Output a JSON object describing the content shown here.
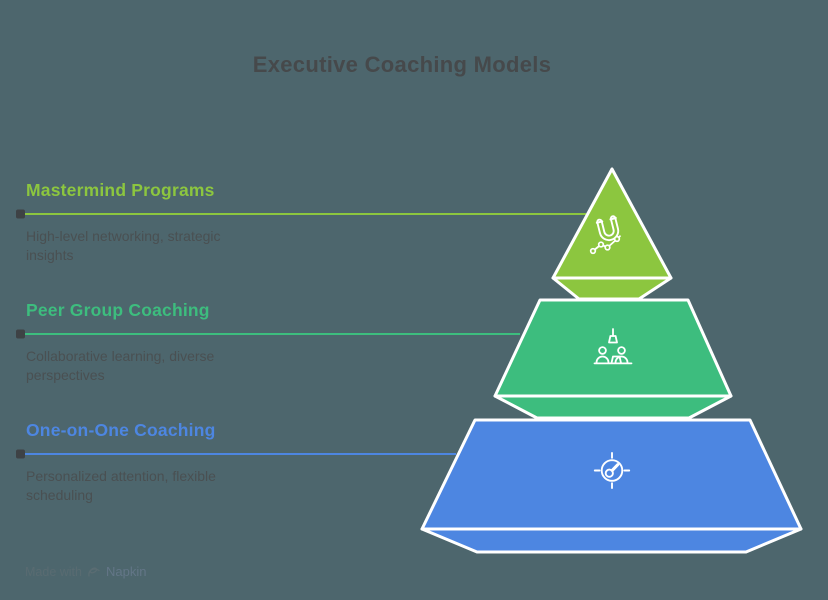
{
  "title": "Executive Coaching Models",
  "colors": {
    "background": "#4D666D",
    "title_text": "#46494B",
    "description_text": "#4A5052",
    "connector_dot": "#3E4245",
    "segment_border": "#FFFFFF",
    "watermark_text": "#5A6C72",
    "watermark_brand": "#637687"
  },
  "tiers": [
    {
      "label": "Mastermind Programs",
      "description": "High-level networking, strategic insights",
      "color": "#8CC63F",
      "icon": "magnet-trend-icon"
    },
    {
      "label": "Peer Group Coaching",
      "description": "Collaborative learning, diverse perspectives",
      "color": "#3DBD7E",
      "icon": "collaboration-icon"
    },
    {
      "label": "One-on-One Coaching",
      "description": "Personalized attention, flexible scheduling",
      "color": "#4D86E1",
      "icon": "gauge-icon"
    }
  ],
  "footer": {
    "made_with": "Made with",
    "brand": "Napkin"
  }
}
